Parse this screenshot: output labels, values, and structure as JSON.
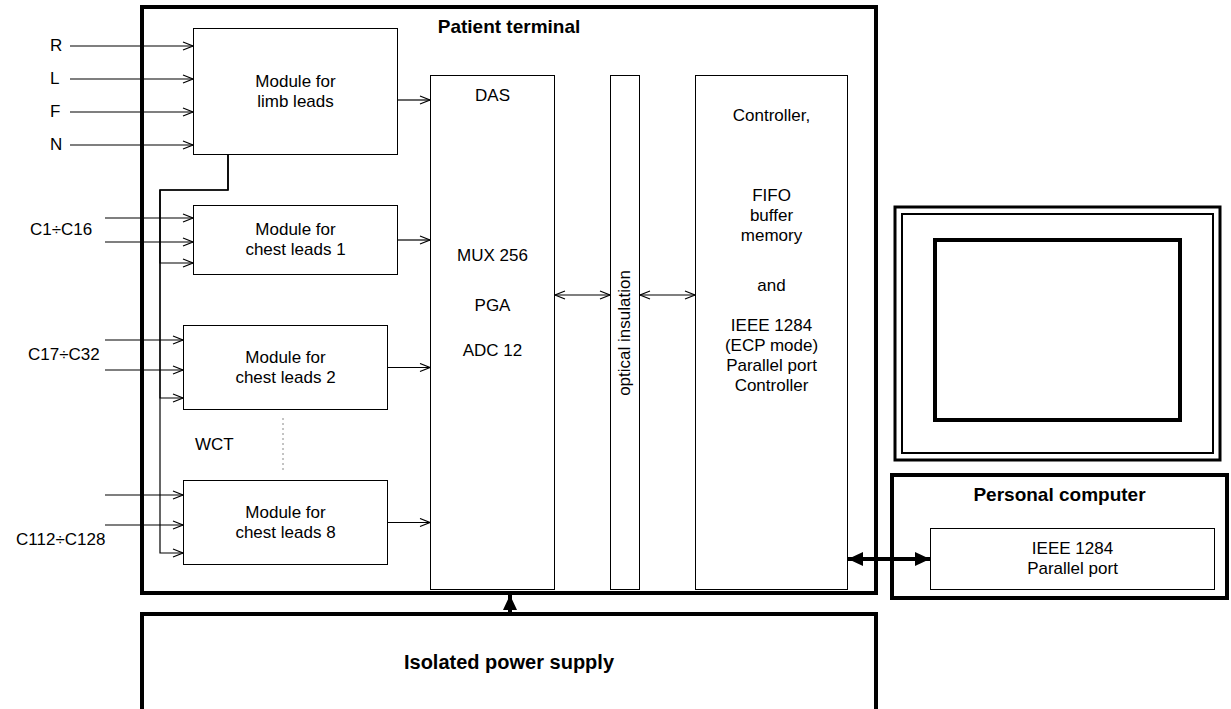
{
  "diagram": {
    "nodes": [
      {
        "text": [
          "Patient terminal"
        ]
      },
      {
        "text": [
          "Module for limb leads"
        ],
        "in": 0
      },
      {
        "text": [
          "Module for chest leads 1"
        ],
        "in": 0
      },
      {
        "text": [
          "Module for chest leads 2"
        ],
        "in": 0
      },
      {
        "text": [
          "Module for chest leads 8"
        ],
        "in": 0
      },
      {
        "text": [
          "DAS",
          "MUX 256",
          "PGA",
          "ADC 12"
        ],
        "in": 0
      },
      {
        "text": [
          "optical insulation"
        ],
        "in": 0
      },
      {
        "text": [
          "Controller,",
          "FIFO buffer memory",
          "and",
          "IEEE 1284 (ECP mode) Parallel port Controller"
        ],
        "in": 0
      },
      {
        "text": [
          "Personal computer"
        ]
      },
      {
        "text": [
          "IEEE 1284 Parallel port"
        ],
        "in": 8
      },
      {
        "text": [
          "Isolated power supply"
        ]
      }
    ],
    "edges": [
      {
        "from": 1,
        "to": 5,
        "arrow": "to"
      },
      {
        "from": 2,
        "to": 5,
        "arrow": "to"
      },
      {
        "from": 3,
        "to": 5,
        "arrow": "to"
      },
      {
        "from": 4,
        "to": 5,
        "arrow": "to"
      },
      {
        "from": 1,
        "to": 2,
        "arrow": "to"
      },
      {
        "from": 1,
        "to": 3,
        "arrow": "to"
      },
      {
        "from": 1,
        "to": 4,
        "arrow": "to"
      },
      {
        "from": 5,
        "to": 6,
        "arrow": "both"
      },
      {
        "from": 6,
        "to": 7,
        "arrow": "both"
      },
      {
        "from": 7,
        "to": 9,
        "arrow": "both"
      },
      {
        "from": 10,
        "to": 0,
        "arrow": "to"
      }
    ],
    "labels": [
      "R",
      "L",
      "F",
      "N",
      "C1÷C16",
      "C17÷C32",
      "C112÷C128",
      "WCT"
    ]
  }
}
